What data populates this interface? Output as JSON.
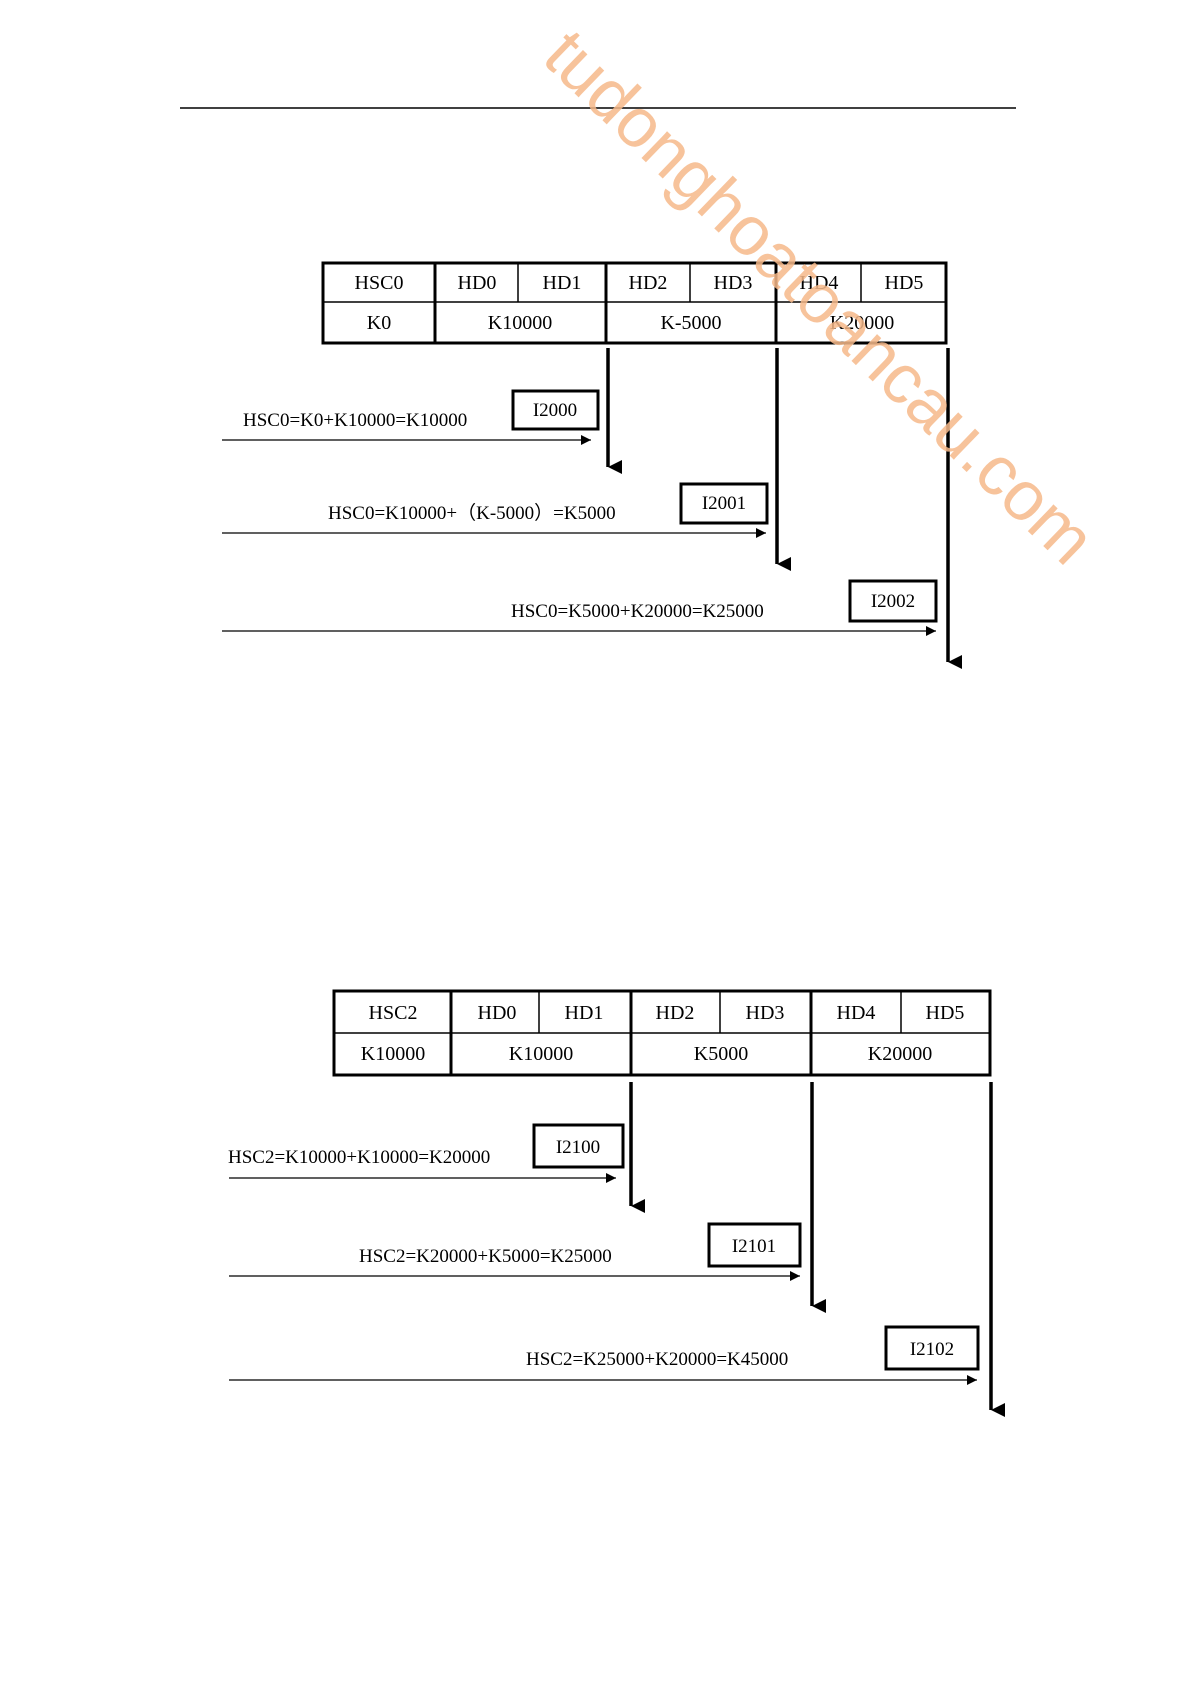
{
  "diagrams": [
    {
      "register_row": [
        "HSC0",
        "HD0",
        "HD1",
        "HD2",
        "HD3",
        "HD4",
        "HD5"
      ],
      "value_row": [
        "K0",
        "K10000",
        "K-5000",
        "K20000"
      ],
      "steps": [
        {
          "equation": "HSC0=K0+K10000=K10000",
          "interrupt": "I2000"
        },
        {
          "equation": "HSC0=K10000+（K-5000）=K5000",
          "interrupt": "I2001"
        },
        {
          "equation": "HSC0=K5000+K20000=K25000",
          "interrupt": "I2002"
        }
      ]
    },
    {
      "register_row": [
        "HSC2",
        "HD0",
        "HD1",
        "HD2",
        "HD3",
        "HD4",
        "HD5"
      ],
      "value_row": [
        "K10000",
        "K10000",
        "K5000",
        "K20000"
      ],
      "steps": [
        {
          "equation": "HSC2=K10000+K10000=K20000",
          "interrupt": "I2100"
        },
        {
          "equation": "HSC2=K20000+K5000=K25000",
          "interrupt": "I2101"
        },
        {
          "equation": "HSC2=K25000+K20000=K45000",
          "interrupt": "I2102"
        }
      ]
    }
  ],
  "watermark": "tudonghoatoancau.com",
  "colors": {
    "ink": "#000000",
    "watermark": "#f6b98a"
  }
}
